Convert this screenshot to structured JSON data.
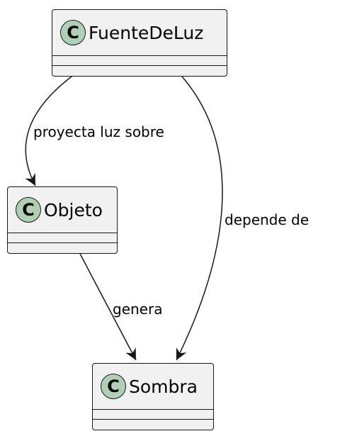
{
  "diagram": {
    "classes": [
      {
        "id": "fuente",
        "name": "FuenteDeLuz",
        "stereotype": "C"
      },
      {
        "id": "objeto",
        "name": "Objeto",
        "stereotype": "C"
      },
      {
        "id": "sombra",
        "name": "Sombra",
        "stereotype": "C"
      }
    ],
    "relations": [
      {
        "from": "FuenteDeLuz",
        "to": "Objeto",
        "label": "proyecta luz sobre"
      },
      {
        "from": "FuenteDeLuz",
        "to": "Sombra",
        "label": "depende de"
      },
      {
        "from": "Objeto",
        "to": "Sombra",
        "label": "genera"
      }
    ]
  },
  "colors": {
    "class_fill": "#f1f1f1",
    "stereotype_fill": "#add1b2",
    "border": "#181818"
  }
}
